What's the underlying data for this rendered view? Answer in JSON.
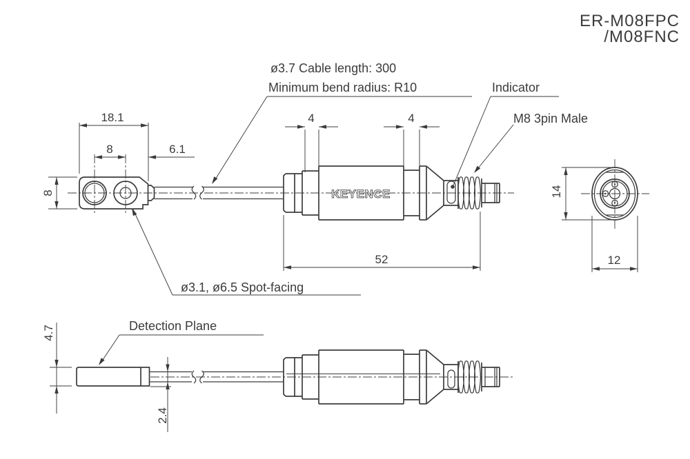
{
  "drawing": {
    "model": {
      "line1": "ER-M08FPC",
      "line2": "/M08FNC"
    },
    "brand": "KEYENCE",
    "notes": {
      "cable_line1": "ø3.7 Cable length: 300",
      "cable_line2": "Minimum bend radius: R10",
      "indicator": "Indicator",
      "connector": "M8 3pin Male",
      "spot_facing": "ø3.1, ø6.5 Spot-facing",
      "detection_plane": "Detection Plane"
    },
    "dimensions": {
      "head_width": "18.1",
      "hole_pitch": "8",
      "head_to_cable": "6.1",
      "head_height": "8",
      "groove_front": "4",
      "groove_rear": "4",
      "body_length": "52",
      "connector_height": "14",
      "connector_width": "12",
      "head_thickness": "4.7",
      "cable_exit_thickness": "2.4"
    },
    "colors": {
      "line": "#3b3b3b",
      "background": "#ffffff"
    }
  }
}
